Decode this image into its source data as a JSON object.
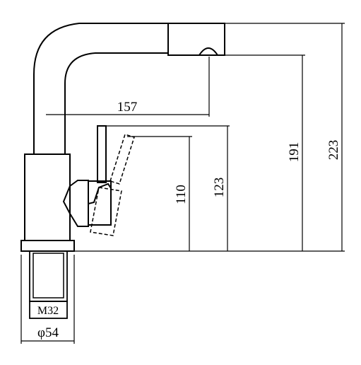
{
  "diagram": {
    "dimensions": {
      "reach": "157",
      "spout_height": "191",
      "overall_height": "223",
      "lever_height": "110",
      "lever_top_height": "123",
      "thread": "M32",
      "base_diameter": "φ54"
    }
  }
}
